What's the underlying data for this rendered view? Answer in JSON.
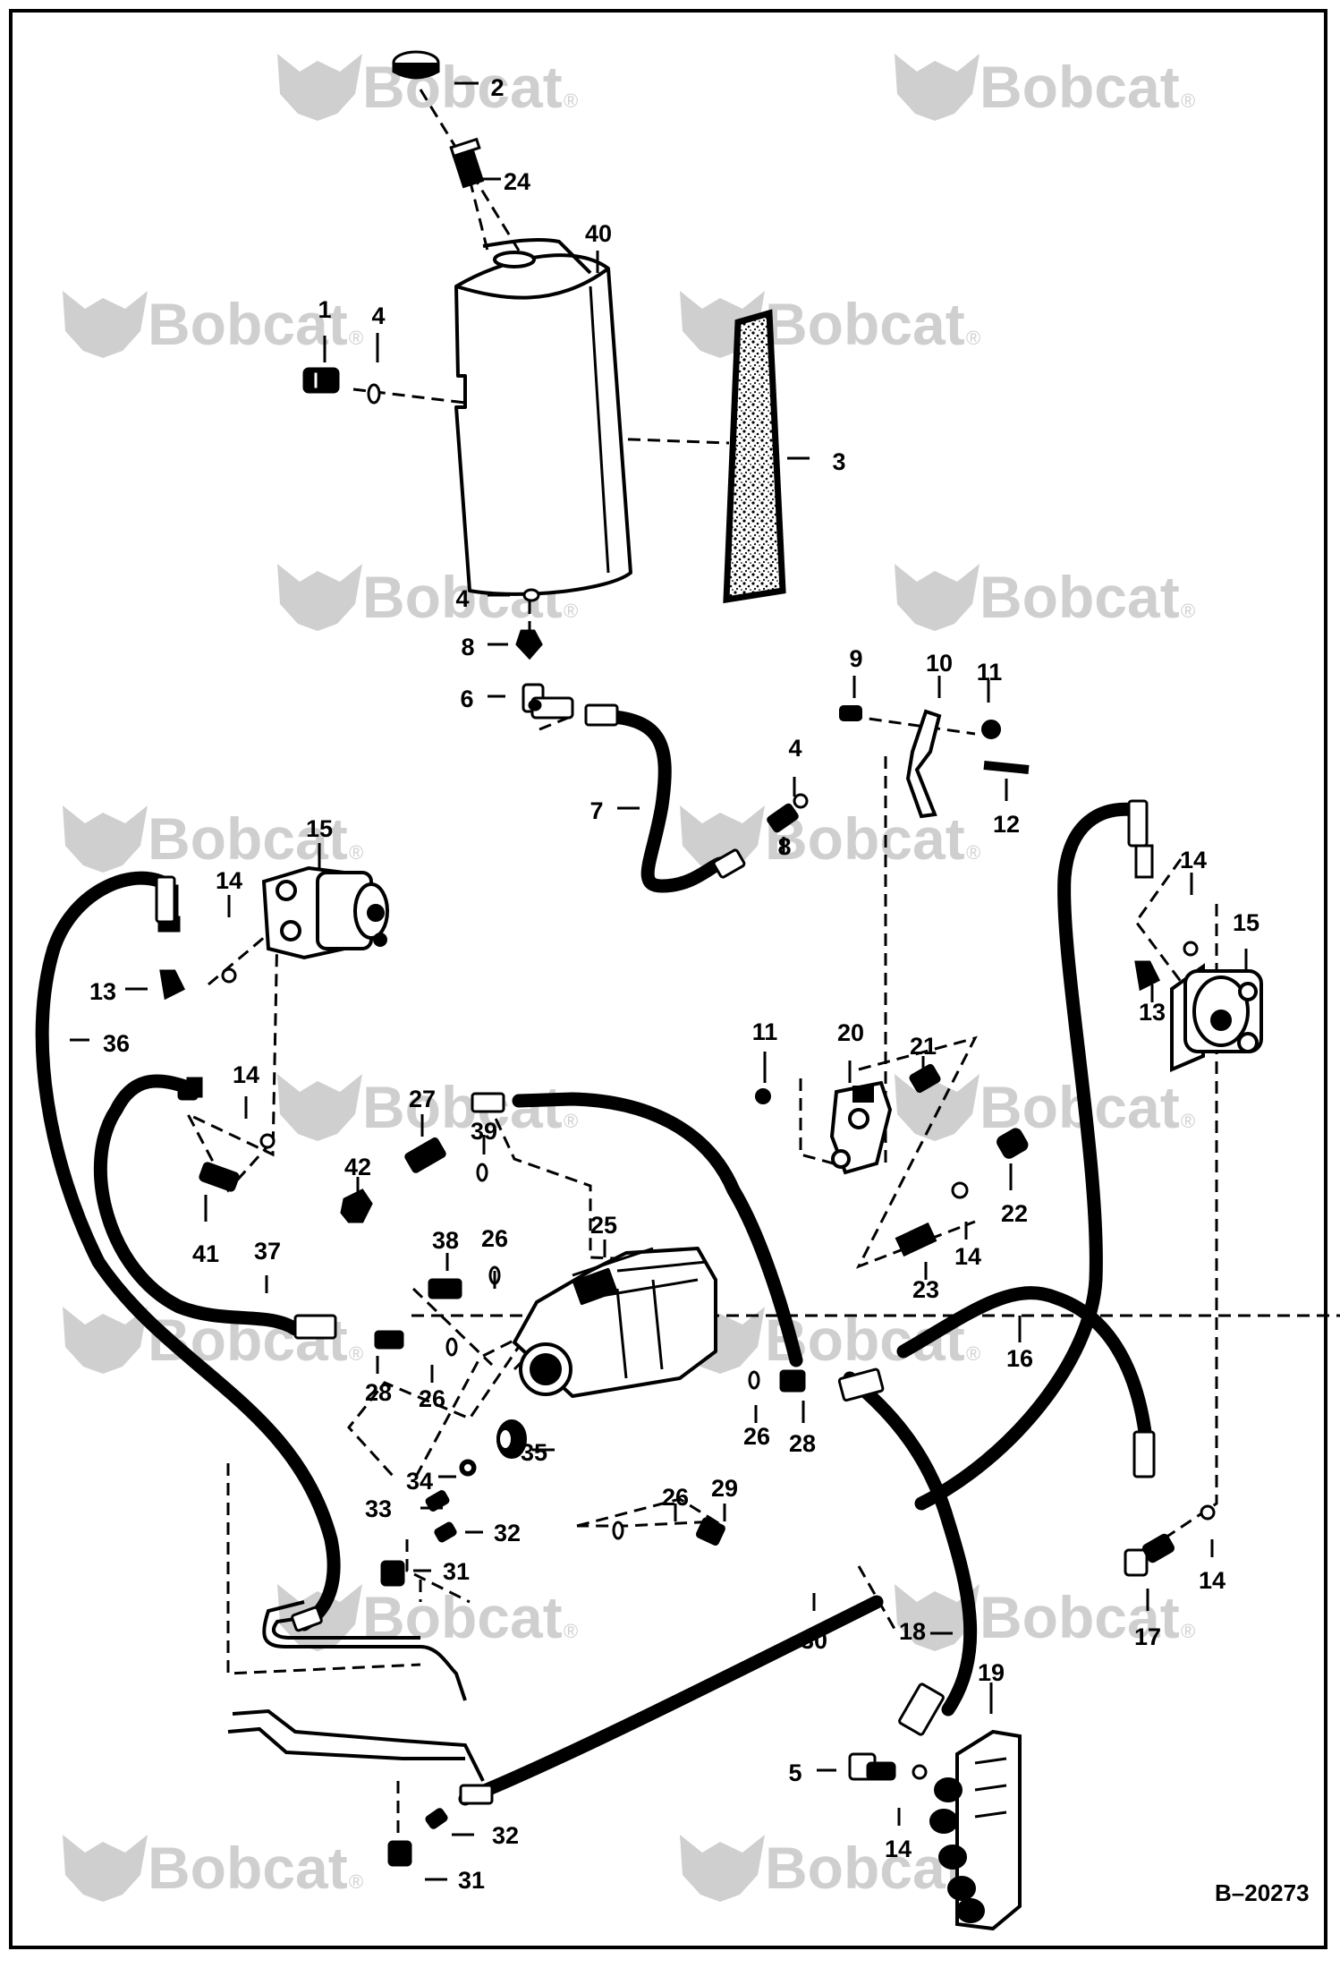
{
  "watermark": {
    "text": "Bobcat",
    "mark": "®",
    "color": "#cfcfcf"
  },
  "document_id": "B–20273",
  "callouts": [
    "2",
    "24",
    "40",
    "1",
    "4",
    "3",
    "4",
    "8",
    "6",
    "9",
    "10",
    "11",
    "12",
    "7",
    "4",
    "8",
    "15",
    "14",
    "13",
    "36",
    "14",
    "41",
    "27",
    "39",
    "42",
    "38",
    "26",
    "37",
    "28",
    "26",
    "25",
    "34",
    "35",
    "33",
    "32",
    "31",
    "26",
    "29",
    "11",
    "20",
    "21",
    "22",
    "14",
    "23",
    "15",
    "14",
    "13",
    "16",
    "26",
    "28",
    "14",
    "17",
    "30",
    "18",
    "19",
    "5",
    "14",
    "32",
    "31"
  ],
  "colors": {
    "ink": "#000000",
    "paper": "#ffffff",
    "filter_fill": "#6d6d6d"
  }
}
